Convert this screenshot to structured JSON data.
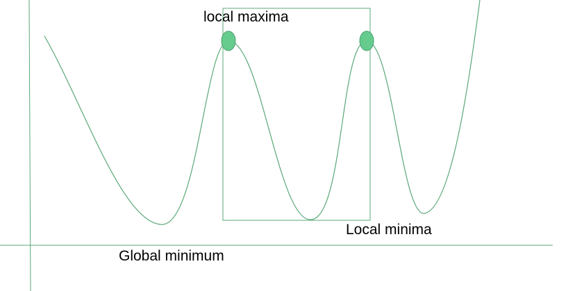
{
  "labels": {
    "local_maxima": "local maxima",
    "local_minima": "Local minima",
    "global_minimum": "Global minimum"
  },
  "colors": {
    "line": "#5aa877",
    "marker_fill": "#66cc8e",
    "marker_stroke": "#4aa070",
    "text": "#000000",
    "background": "#ffffff"
  }
}
